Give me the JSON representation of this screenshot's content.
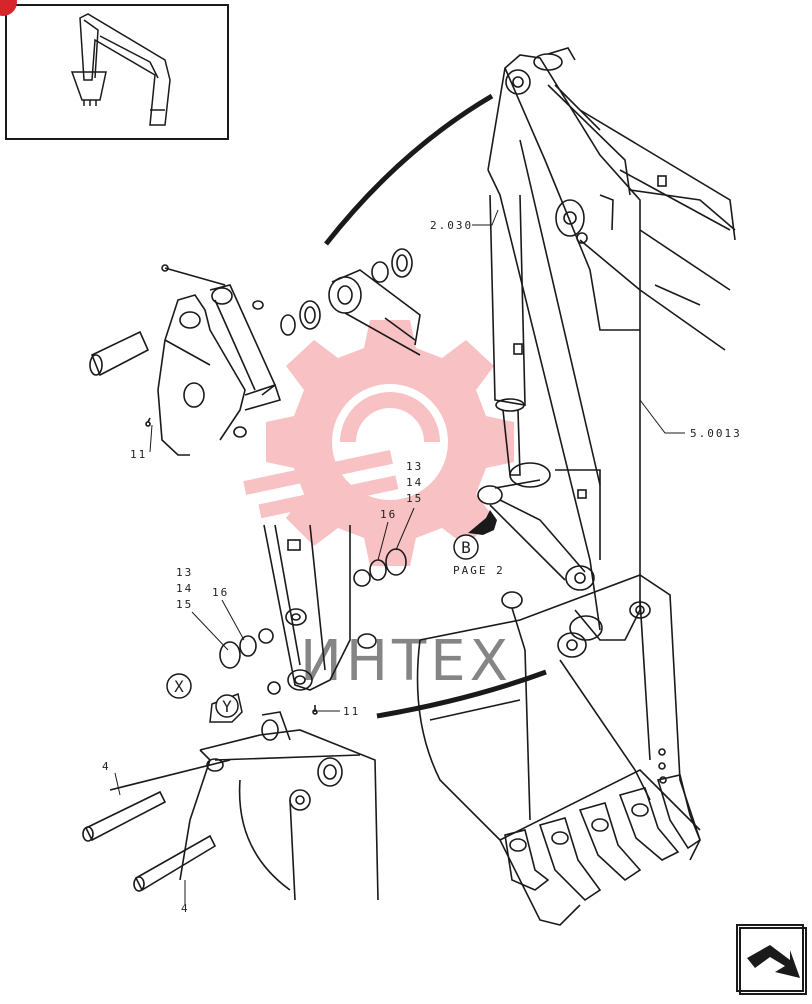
{
  "callouts": {
    "ref_2030": "2.030",
    "ref_50013": "5.0013",
    "part_11_top": "11",
    "part_11_bottom": "11",
    "part_13_a": "13",
    "part_14_a": "14",
    "part_15_a": "15",
    "part_16_a": "16",
    "part_13_b": "13",
    "part_14_b": "14",
    "part_15_b": "15",
    "part_16_b": "16",
    "part_4_top": "4",
    "part_4_bottom": "4",
    "page_ref": "PAGE 2"
  },
  "detail_markers": {
    "b": "B",
    "x": "X",
    "y": "Y"
  },
  "watermark": {
    "text": "ИНТЕХ",
    "color": "#e8252b"
  },
  "colors": {
    "line": "#1a1a1a",
    "badge": "#d6252b"
  },
  "icons": {
    "thumbnail": "machine-overview-thumbnail",
    "nav": "next-page-arrow-icon"
  }
}
